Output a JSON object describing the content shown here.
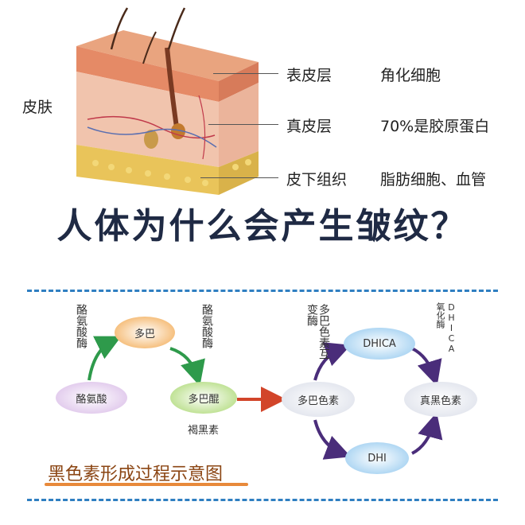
{
  "skin": {
    "label": "皮肤",
    "layers": [
      {
        "name": "表皮层",
        "desc": "角化细胞"
      },
      {
        "name": "真皮层",
        "desc": "70%是胶原蛋白"
      },
      {
        "name": "皮下组织",
        "desc": "脂肪细胞、血管"
      }
    ]
  },
  "title": "人体为什么会产生皱纹？",
  "melanin": {
    "caption": "黑色素形成过程示意图",
    "nodes": {
      "tyrosine": "酪氨酸",
      "dopa": "多巴",
      "dopaquinone": "多巴醌",
      "dopachrome": "多巴色素",
      "dhica": "DHICA",
      "dhi": "DHI",
      "eumelanin": "真黑色素"
    },
    "enzymes": {
      "tyrosinase_1": "酪氨酸酶",
      "tyrosinase_2": "酪氨酸酶",
      "tautomerase": "多巴色素互变酶",
      "dhica_oxidase": "DHICA氧化酶"
    },
    "pheomelanin": "褐黑素"
  },
  "colors": {
    "title": "#1f2a44",
    "dash": "#2f7fc1",
    "green_arrow": "#2e9a4b",
    "red_arrow": "#d2452a",
    "purple_arrow": "#4a2d7a",
    "caption": "#8b4513"
  }
}
